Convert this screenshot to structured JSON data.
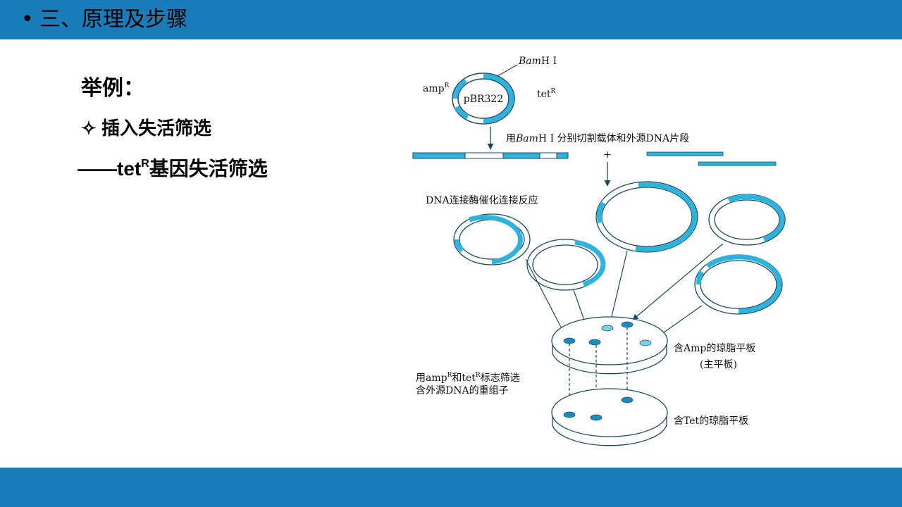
{
  "slide": {
    "title_bullet": "•",
    "title": "三、原理及步骤",
    "example_label": "举例：",
    "method_icon": "✧",
    "method": "插入失活筛选",
    "detail_dash": "——tet",
    "detail_sup": "R",
    "detail_rest": "基因失活筛选"
  },
  "colors": {
    "header_bar": "#1a7db9",
    "plasmid_blue": "#2fb3de",
    "line_dark": "#1a4a5a"
  },
  "diagram": {
    "plasmid_name": "pBR322",
    "bamhi_top": "Bam",
    "bamhi_top_rest": "H Ⅰ",
    "amp_gene": "amp",
    "amp_sup": "R",
    "tet_gene": "tet",
    "tet_sup": "R",
    "step_cut_pre": "用",
    "step_cut_italic": "Bam",
    "step_cut_post": "H Ⅰ 分别切割载体和外源DNA片段",
    "plus_sign": "+",
    "ligation_label": "DNA连接酶催化连接反应",
    "amp_plate_line1": "含Amp的琼脂平板",
    "amp_plate_line2": "(主平板)",
    "select_line1_a": "用amp",
    "select_line1_sup1": "R",
    "select_line1_b": "和tet",
    "select_line1_sup2": "R",
    "select_line1_c": "标志筛选",
    "select_line2": "含外源DNA的重组子",
    "tet_plate_label": "含Tet的琼脂平板"
  }
}
